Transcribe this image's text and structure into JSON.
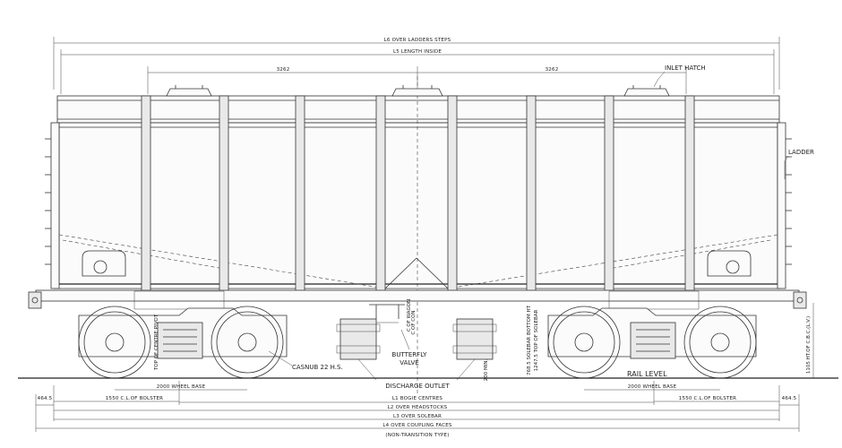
{
  "dimensions": {
    "l6": "L6  OVER LADDERS STEPS",
    "l5": "L5  LENGTH INSIDE",
    "span_left": "3262",
    "span_right": "3262",
    "l1": "L1  BOGIE CENTRES",
    "l2": "L2  OVER HEADSTOCKS",
    "l3": "L3  OVER SOLEBAR",
    "l4": "L4  OVER COUPLING FACES",
    "l4_note": "(NON-TRANSITION TYPE)",
    "wheel_base_left": "2000 WHEEL BASE",
    "wheel_base_right": "2000 WHEEL BASE",
    "bolster_left": "1550 C.L.OF BOLSTER",
    "bolster_right": "1550 C.L.OF BOLSTER",
    "overhang_left": "464.5",
    "overhang_right": "464.5",
    "discharge_height": "200 MIN.",
    "coupler_height": "1105 HT.OF C.B.C.(L.V.)",
    "solebar_bottom": "768.5 SOLEBAR BOTTOM HT",
    "top_of_solebar": "1247.5 TOP OF SOLEBAR",
    "top_of_centre": "TOP OF CENTRE PIVOT"
  },
  "labels": {
    "inlet_hatch": "INLET HATCH",
    "ladder": "LADDER",
    "casnub": "CASNUB 22 H.S.",
    "butterfly": "BUTTERFLY",
    "valve": "VALVE",
    "discharge_outlet": "DISCHARGE  OUTLET",
    "rail_level": "RAIL   LEVEL",
    "centre_line": "C OF CON"
  }
}
